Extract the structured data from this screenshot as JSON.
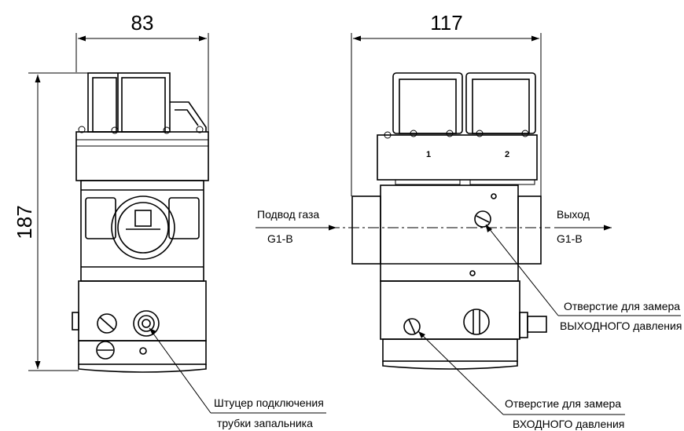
{
  "dimensions": {
    "left_width": "83",
    "left_height": "187",
    "right_width": "117"
  },
  "solenoid_numbers": [
    "1",
    "2"
  ],
  "gas_inlet": {
    "line1": "Подвод газа",
    "line2": "G1-B"
  },
  "gas_outlet": {
    "line1": "Выход",
    "line2": "G1-B"
  },
  "callouts": {
    "output_pressure": {
      "line1": "Отверстие  для замера",
      "line2": "ВЫХОДНОГО давления"
    },
    "input_pressure": {
      "line1": "Отверстие для замера",
      "line2": "ВХОДНОГО давления"
    },
    "igniter_fitting": {
      "line1": "Штуцер подключения",
      "line2": "трубки запальника"
    }
  }
}
